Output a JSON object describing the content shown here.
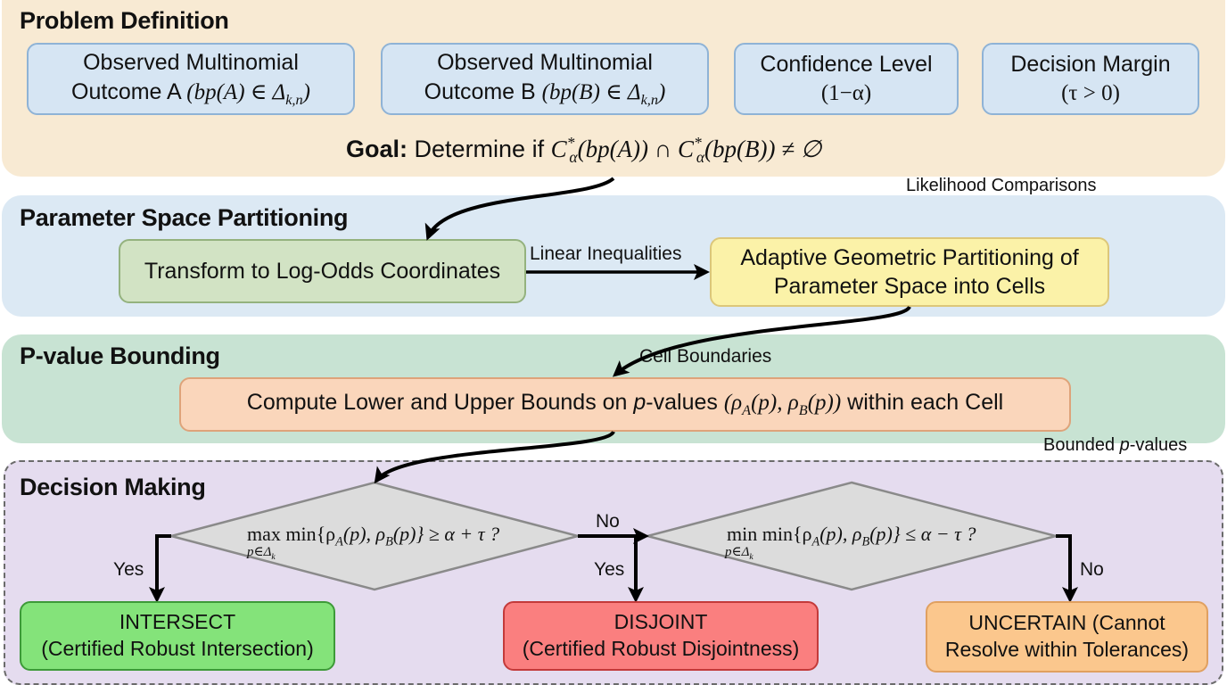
{
  "colors": {
    "problem_panel": "#f8ead3",
    "partition_panel": "#dce9f4",
    "pvalue_panel": "#c8e3d3",
    "decision_panel": "#e5dcef",
    "input_box_fill": "#d6e5f3",
    "input_box_border": "#8fb3d6",
    "transform_fill": "#d2e3c4",
    "partition_fill": "#fbf2a8",
    "bounds_fill": "#fad6bb",
    "diamond_fill": "#dcdcdc",
    "intersect_fill": "#84e37a",
    "disjoint_fill": "#fa7f7f",
    "uncertain_fill": "#fbc78d"
  },
  "problem_definition": {
    "title": "Problem Definition",
    "inputs": [
      {
        "line1": "Observed Multinomial",
        "line2_text": "Outcome A ",
        "line2_math": "(bp(A) ∈ Δ",
        "line2_sub": "k,n",
        "line2_end": ")"
      },
      {
        "line1": "Observed Multinomial",
        "line2_text": "Outcome B ",
        "line2_math": "(bp(B) ∈ Δ",
        "line2_sub": "k,n",
        "line2_end": ")"
      },
      {
        "line1": "Confidence Level",
        "line2_math": "(1−α)"
      },
      {
        "line1": "Decision Margin",
        "line2_math": "(τ > 0)"
      }
    ],
    "goal_label": "Goal:",
    "goal_text": "Determine if",
    "goal_math_1": "C",
    "goal_math_2": "(bp(A)) ∩ C",
    "goal_math_3": "(bp(B)) ≠ ∅",
    "goal_sup": "*",
    "goal_sub": "α"
  },
  "edge_labels": {
    "likelihood": "Likelihood Comparisons",
    "linear": "Linear Inequalities",
    "cell_boundaries": "Cell Boundaries",
    "bounded_prefix": "Bounded ",
    "bounded_italic": "p",
    "bounded_suffix": "-values"
  },
  "parameter_space": {
    "title": "Parameter Space Partitioning",
    "transform": "Transform to Log-Odds Coordinates",
    "partition_line1": "Adaptive Geometric Partitioning of",
    "partition_line2": "Parameter Space into Cells"
  },
  "pvalue_bounding": {
    "title": "P-value Bounding",
    "text_prefix": "Compute Lower and Upper Bounds on ",
    "text_p": "p",
    "text_mid": "-values ",
    "text_math": "(ρ",
    "sub_a": "A",
    "math_2": "(p), ρ",
    "sub_b": "B",
    "math_3": "(p))",
    "text_suffix": " within each Cell"
  },
  "decision_making": {
    "title": "Decision Making",
    "cond1_op": "max",
    "cond1_under": "p∈Δ",
    "cond1_under_sub": "k",
    "cond1_body": "min{ρ",
    "cond1_rest": "≥ α + τ ?",
    "cond2_op": "min",
    "cond2_under": "p∈Δ",
    "cond2_under_sub": "k",
    "cond2_body": "min{ρ",
    "cond2_rest": "≤ α − τ ?",
    "cond_sub_a": "A",
    "cond_mid": "(p), ρ",
    "cond_sub_b": "B",
    "cond_end": "(p)}",
    "yes1": "Yes",
    "no1": "No",
    "yes2": "Yes",
    "no2": "No",
    "outcomes": [
      {
        "title": "INTERSECT",
        "subtitle": "(Certified Robust Intersection)"
      },
      {
        "title": "DISJOINT",
        "subtitle": "(Certified Robust Disjointness)"
      },
      {
        "title": "UNCERTAIN (Cannot",
        "subtitle": "Resolve within Tolerances)"
      }
    ]
  }
}
